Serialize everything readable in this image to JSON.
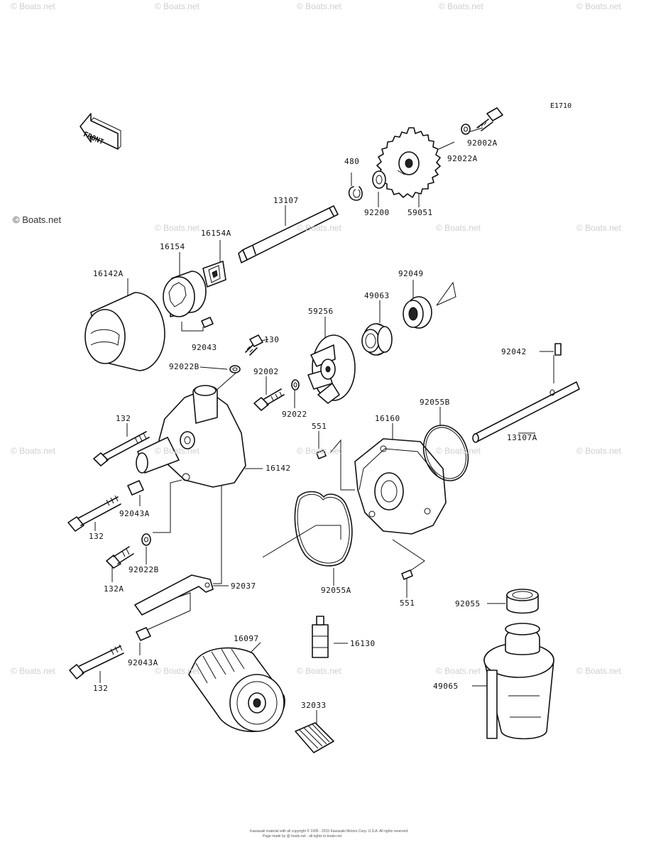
{
  "figure_code": "E1710",
  "front_label": "FRONT",
  "watermark_top": "© Boats.net",
  "watermark_main": "© Boats.net",
  "copyright_line_1": "Kawasaki material with  all copyright © 1995 - 2015  Kawasaki Motors Corp. U.S.A. All rights reserved.",
  "copyright_line_2": "Page made by @ boats.net - all rights to boats.net",
  "parts": {
    "p92002A": "92002A",
    "p92022A": "92022A",
    "p480": "480",
    "p92200": "92200",
    "p59051": "59051",
    "p13107": "13107",
    "p16154A": "16154A",
    "p16154": "16154",
    "p16142A": "16142A",
    "p92043": "92043",
    "p92049": "92049",
    "p49063": "49063",
    "p59256": "59256",
    "p130": "130",
    "p92022B_top": "92022B",
    "p92002": "92002",
    "p92022": "92022",
    "p92042": "92042",
    "p132_top": "132",
    "p551_top": "551",
    "p16160": "16160",
    "p92055B": "92055B",
    "p13107A": "13107A",
    "p16142": "16142",
    "p92043A_top": "92043A",
    "p132_mid": "132",
    "p92022B_bottom": "92022B",
    "p132A": "132A",
    "p92037": "92037",
    "p92055A": "92055A",
    "p551_bottom": "551",
    "p92055": "92055",
    "p16097": "16097",
    "p16130": "16130",
    "p92043A_bottom": "92043A",
    "p132_bottom": "132",
    "p32033": "32033",
    "p49065": "49065"
  }
}
